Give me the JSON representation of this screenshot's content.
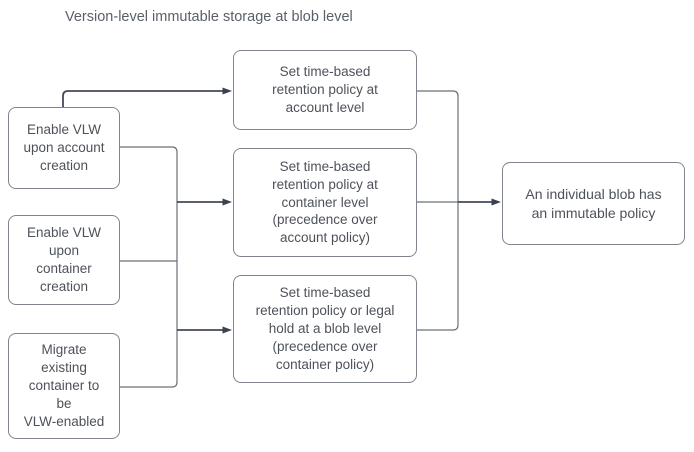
{
  "title": "Version-level immutable storage at blob level",
  "nodes": {
    "enable_account": {
      "label": "Enable VLW\nupon account\ncreation"
    },
    "enable_container": {
      "label": "Enable VLW\nupon\ncontainer\ncreation"
    },
    "migrate_existing": {
      "label": "Migrate\nexisting\ncontainer to\nbe\nVLW-enabled"
    },
    "retention_account": {
      "label": "Set time-based\nretention policy at\naccount level"
    },
    "retention_container": {
      "label": "Set time-based\nretention policy at\ncontainer level\n(precedence over\naccount policy)"
    },
    "retention_blob": {
      "label": "Set time-based\nretention policy or legal\nhold at a blob level\n(precedence over\ncontainer policy)"
    },
    "individual_blob": {
      "label": "An individual blob has\nan immutable policy"
    }
  },
  "colors": {
    "background": "#ffffff",
    "box_border": "#80848c",
    "box_text": "#4d525a",
    "title_text": "#5a6069",
    "connector_line": "#697078",
    "arrow_line": "#434a57",
    "arrowhead": "#3a4150"
  }
}
